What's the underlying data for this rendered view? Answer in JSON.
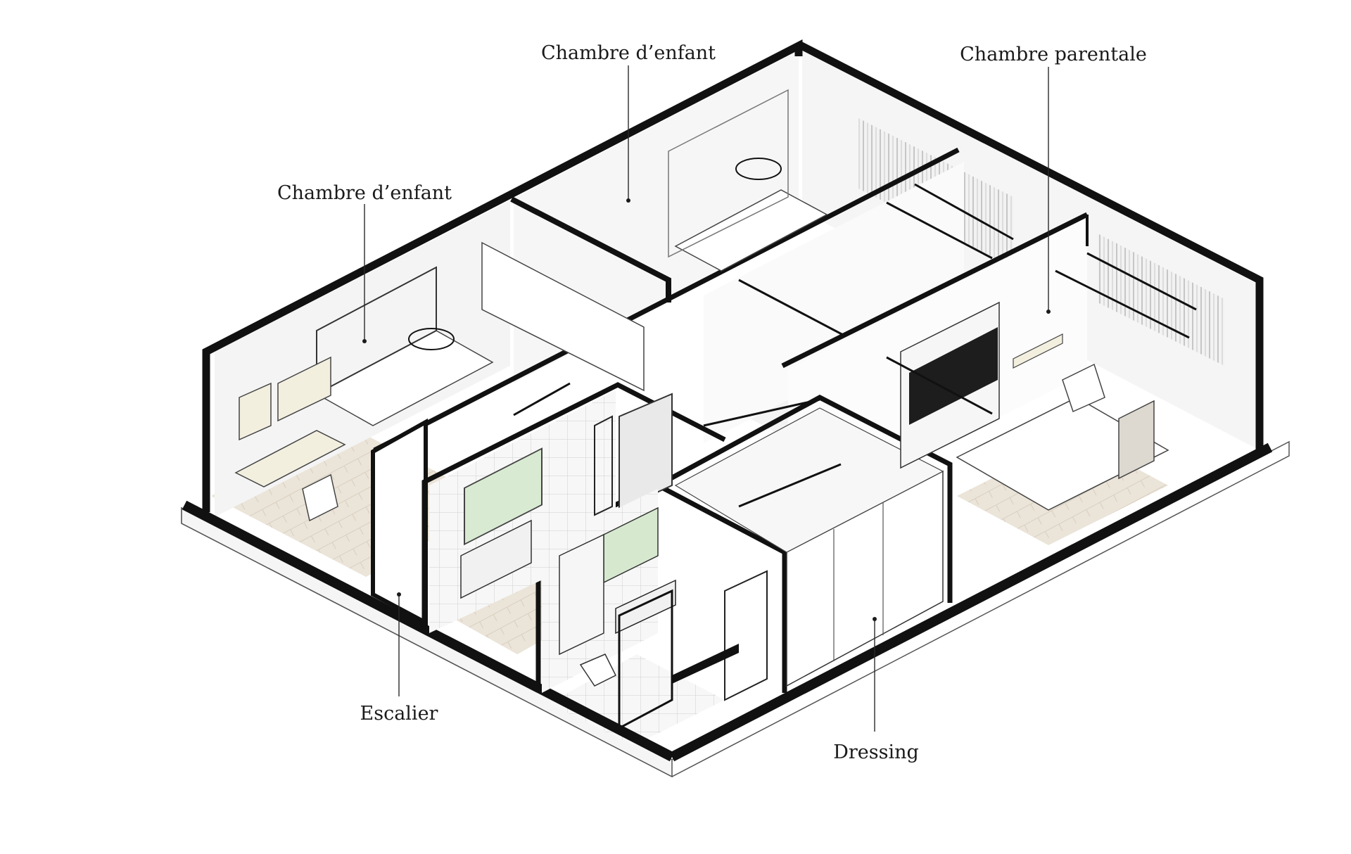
{
  "labels": {
    "chambre_enfant_left": "Chambre d’enfant",
    "chambre_enfant_top": "Chambre d’enfant",
    "chambre_parentale": "Chambre parentale",
    "escalier": "Escalier",
    "dressing": "Dressing"
  },
  "colors": {
    "wall": "#111111",
    "floor_wood": "#e9e2d6",
    "floor_lines": "#cfc6b6",
    "interior_wall": "#eeeeee",
    "furniture_cream": "#f3efdf",
    "mirror_green": "#d9ead4",
    "tile": "#f6f6f6"
  }
}
